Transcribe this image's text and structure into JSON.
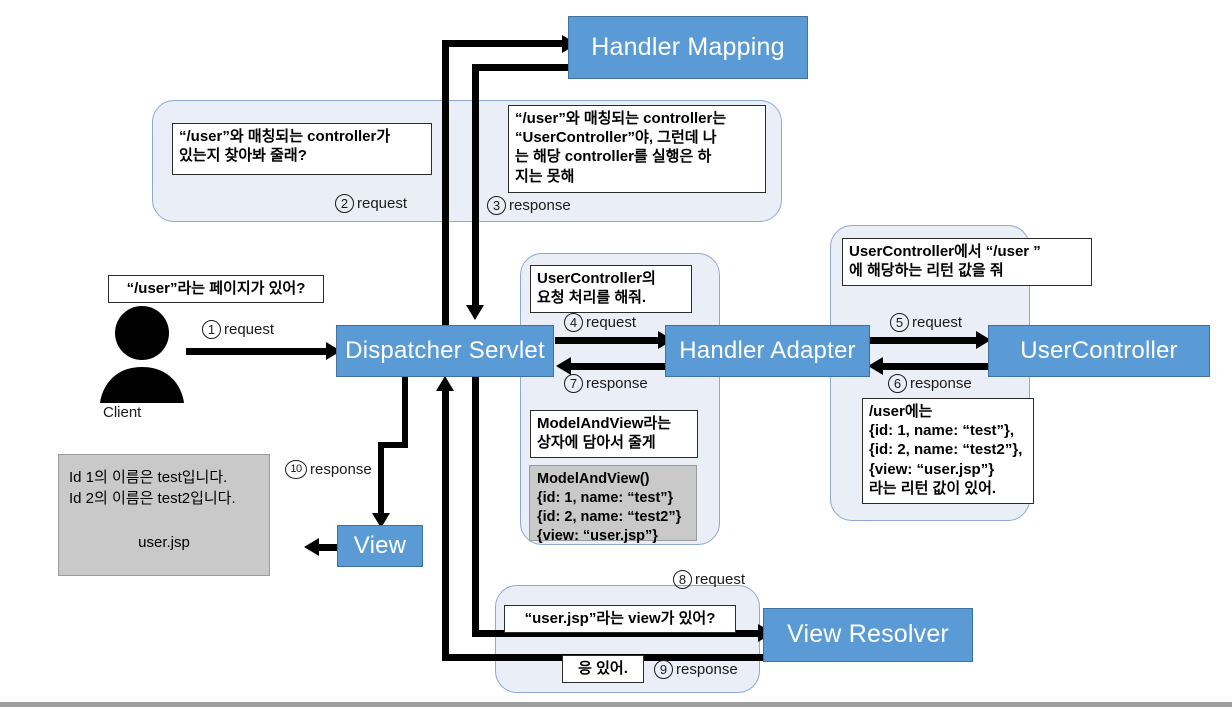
{
  "diagram": {
    "title": "Spring MVC Dispatcher Servlet request flow",
    "accent_blue": "#5B9BD5",
    "group_fill": "#E9EEF7",
    "gray_fill": "#C9C9C9"
  },
  "nodes": {
    "handler_mapping": "Handler Mapping",
    "dispatcher_servlet": "Dispatcher Servlet",
    "handler_adapter": "Handler Adapter",
    "user_controller": "UserController",
    "view_resolver": "View Resolver",
    "view": "View",
    "client": "Client"
  },
  "callouts": {
    "client_request": "“/user”라는 페이지가 있어?",
    "mapping_request": "“/user”와 매칭되는 controller가\n있는지 찾아봐 줄래?",
    "mapping_response": "“/user”와 매칭되는 controller는\n“UserController”야, 그런데 나\n는 해당 controller를 실행은 하\n지는 못해",
    "adapter_request": "UserController의\n요청 처리를 해줘.",
    "adapter_response": "ModelAndView라는\n상자에 담아서 줄게",
    "controller_request": "UserController에서 “/user ”\n에 해당하는 리턴 값을 줘",
    "controller_response": "/user에는\n{id: 1, name: “test”},\n{id: 2, name: “test2”},\n{view: “user.jsp”}\n라는 리턴 값이 있어.",
    "resolver_request": "“user.jsp”라는 view가 있어?",
    "resolver_response": "응 있어."
  },
  "data_boxes": {
    "model_and_view": "ModelAndView()\n{id: 1, name: “test”}\n{id: 2, name: “test2”}\n{view: “user.jsp”}",
    "rendered_lines": "Id 1의 이름은 test입니다.\nId 2의 이름은 test2입니다.",
    "rendered_file": "user.jsp"
  },
  "steps": [
    {
      "num": "①",
      "label": "request"
    },
    {
      "num": "②",
      "label": "request"
    },
    {
      "num": "③",
      "label": "response"
    },
    {
      "num": "④",
      "label": "request"
    },
    {
      "num": "⑤",
      "label": "request"
    },
    {
      "num": "⑥",
      "label": "response"
    },
    {
      "num": "⑦",
      "label": "response"
    },
    {
      "num": "⑧",
      "label": "request"
    },
    {
      "num": "⑨",
      "label": "response"
    },
    {
      "num": "⑩",
      "label": "response"
    }
  ],
  "step_numerals": {
    "one": "1",
    "two": "2",
    "three": "3",
    "four": "4",
    "five": "5",
    "six": "6",
    "seven": "7",
    "eight": "8",
    "nine": "9",
    "ten": "10"
  }
}
